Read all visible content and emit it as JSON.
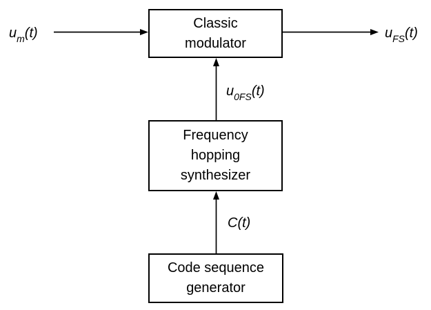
{
  "diagram": {
    "background_color": "#ffffff",
    "line_color": "#000000",
    "text_color": "#000000",
    "boxes": {
      "modulator": {
        "label": "Classic modulator",
        "lines": [
          "Classic",
          "modulator"
        ]
      },
      "synthesizer": {
        "label": "Frequency hopping synthesizer",
        "lines": [
          "Frequency",
          "hopping",
          "synthesizer"
        ]
      },
      "code_generator": {
        "label": "Code sequence generator",
        "lines": [
          "Code sequence",
          "generator"
        ]
      }
    },
    "signals": {
      "input": {
        "base": "u",
        "sub": "m",
        "args": "(t)"
      },
      "output": {
        "base": "u",
        "sub": "FS",
        "args": "(t)"
      },
      "synth_output": {
        "base": "u",
        "sub": "0FS",
        "args": "(t)"
      },
      "code": {
        "base": "C",
        "sub": "",
        "args": "(t)"
      }
    }
  }
}
